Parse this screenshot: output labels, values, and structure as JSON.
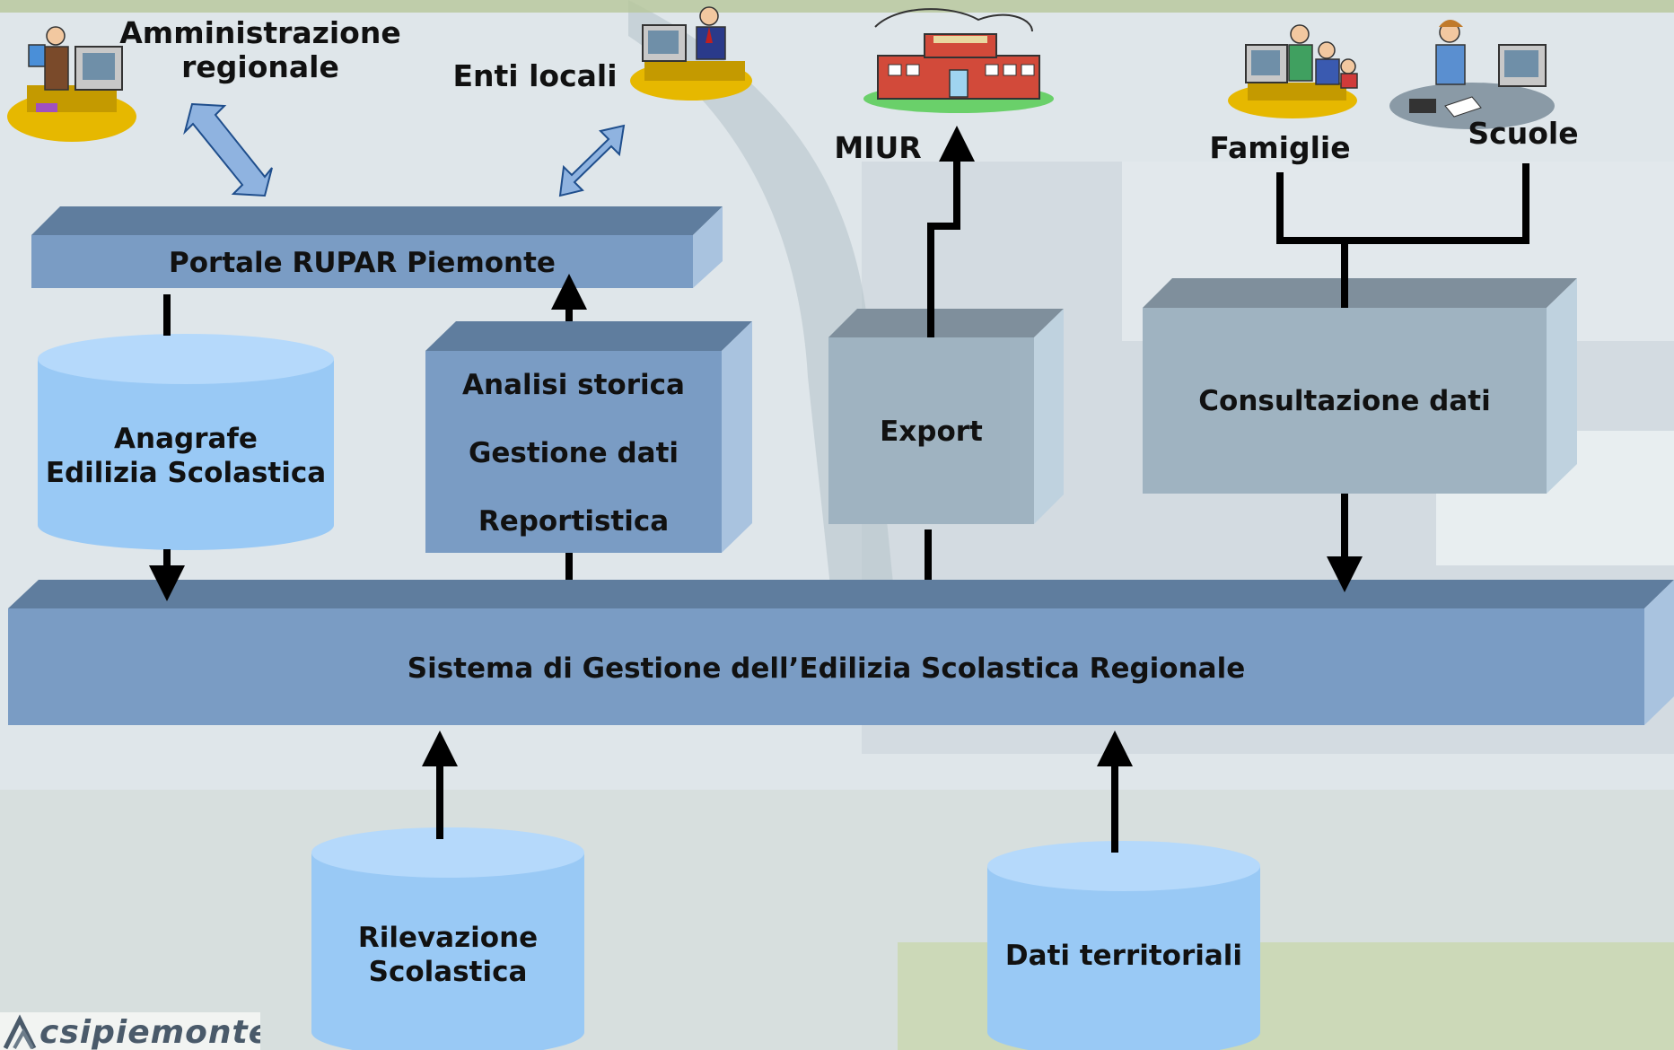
{
  "actors": {
    "amministrazione": "Amministrazione\nregionale",
    "enti_locali": "Enti locali",
    "miur": "MIUR",
    "famiglie": "Famiglie",
    "scuole": "Scuole"
  },
  "boxes": {
    "portale": "Portale RUPAR Piemonte",
    "analisi": "Analisi storica",
    "gestione": "Gestione dati",
    "reportistica": "Reportistica",
    "export": "Export",
    "consultazione": "Consultazione dati",
    "sistema": "Sistema di Gestione dell’Edilizia Scolastica Regionale"
  },
  "databases": {
    "anagrafe": "Anagrafe\nEdilizia Scolastica",
    "rilevazione": "Rilevazione\nScolastica",
    "territoriali": "Dati territoriali"
  },
  "logo": {
    "text": "csipiemonte"
  },
  "colors": {
    "box_front": "#7a9cc4",
    "box_top": "#5f7d9e",
    "box_side": "#a9c3df",
    "grey_front": "#9fb3c1",
    "cylinder": "#99c9f5",
    "cylinder_top": "#b5d9fb",
    "arrow": "#000000"
  }
}
